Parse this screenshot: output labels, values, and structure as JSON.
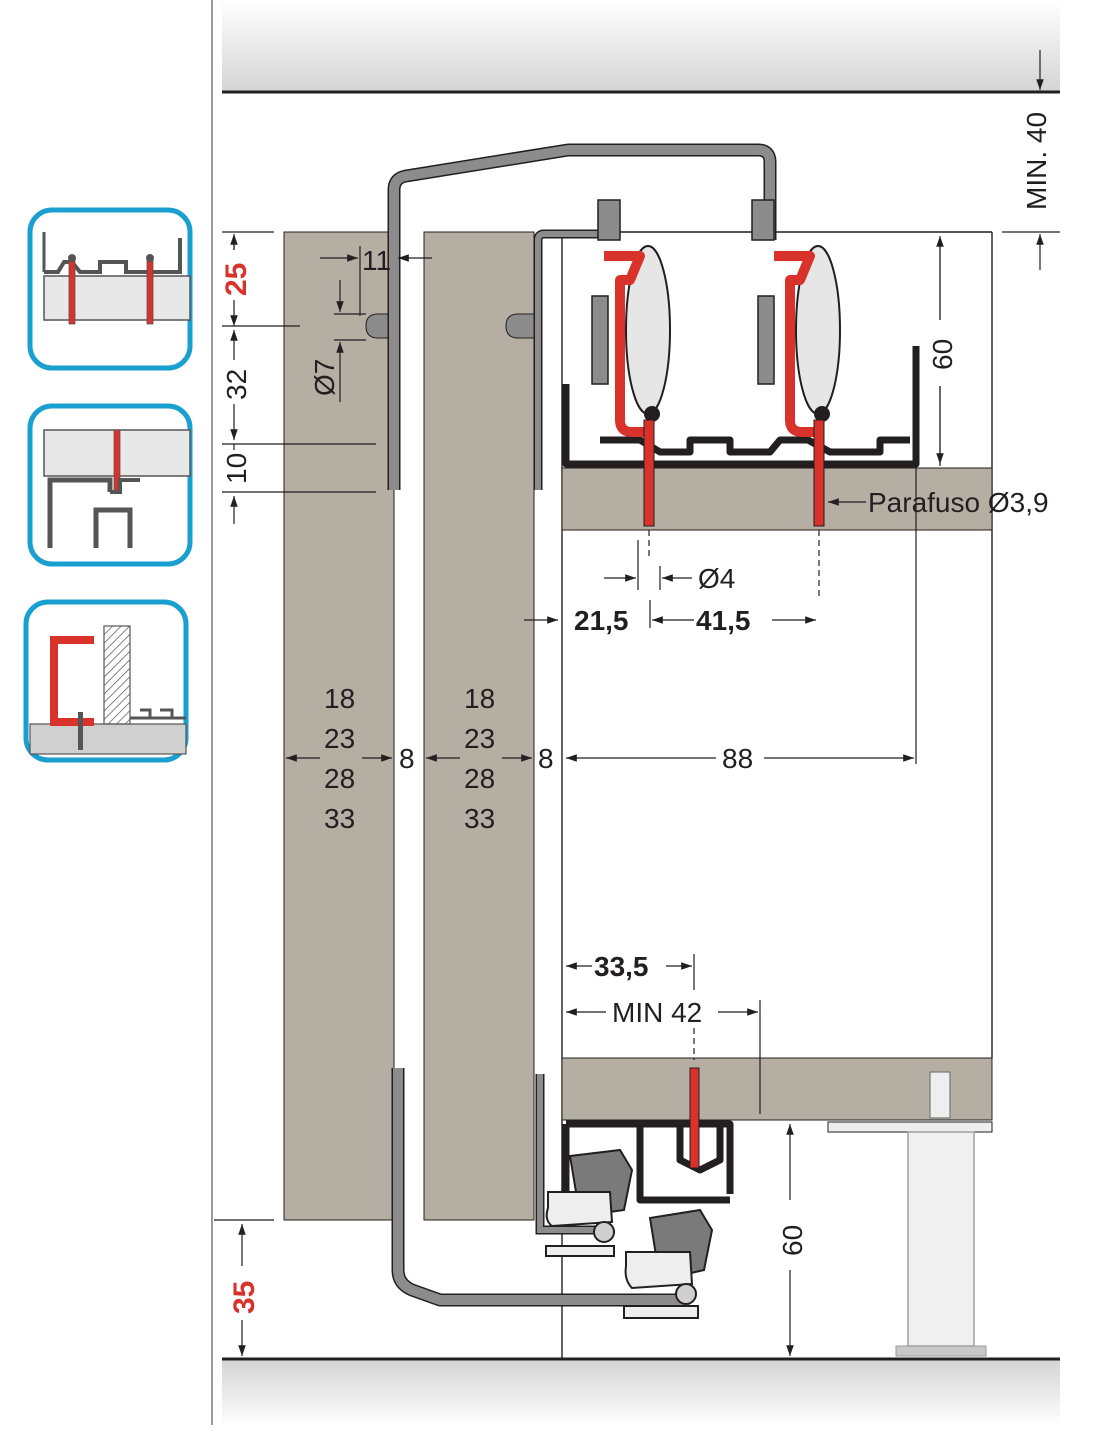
{
  "dimensions": {
    "min_ceiling": "MIN. 40",
    "top_clearance": "25",
    "hole_spacing": "32",
    "bottom_gap_small": "10",
    "arm_offset": "11",
    "hole_diameter": "Ø7",
    "track_height_top": "60",
    "screw_label": "Parafuso Ø3,9",
    "screw_hole": "Ø4",
    "offset_215": "21,5",
    "offset_415": "41,5",
    "door_thicknesses_front": [
      "18",
      "23",
      "28",
      "33"
    ],
    "door_thicknesses_rear": [
      "18",
      "23",
      "28",
      "33"
    ],
    "gap_front": "8",
    "gap_rear": "8",
    "track_width": "88",
    "offset_335": "33,5",
    "min_42": "MIN 42",
    "track_height_bottom": "60",
    "floor_clearance": "35"
  },
  "colors": {
    "panel": "#b5aea3",
    "track": "#231f20",
    "highlight": "#d9322b",
    "frame": "#1aa0d0",
    "profile": "#8c8c8c"
  },
  "thumbnails": [
    {
      "name": "top-mount-option",
      "icon": "top-track-screw-icon"
    },
    {
      "name": "ceiling-mount-option",
      "icon": "ceiling-profile-icon"
    },
    {
      "name": "side-mount-option",
      "icon": "side-profile-icon"
    }
  ]
}
